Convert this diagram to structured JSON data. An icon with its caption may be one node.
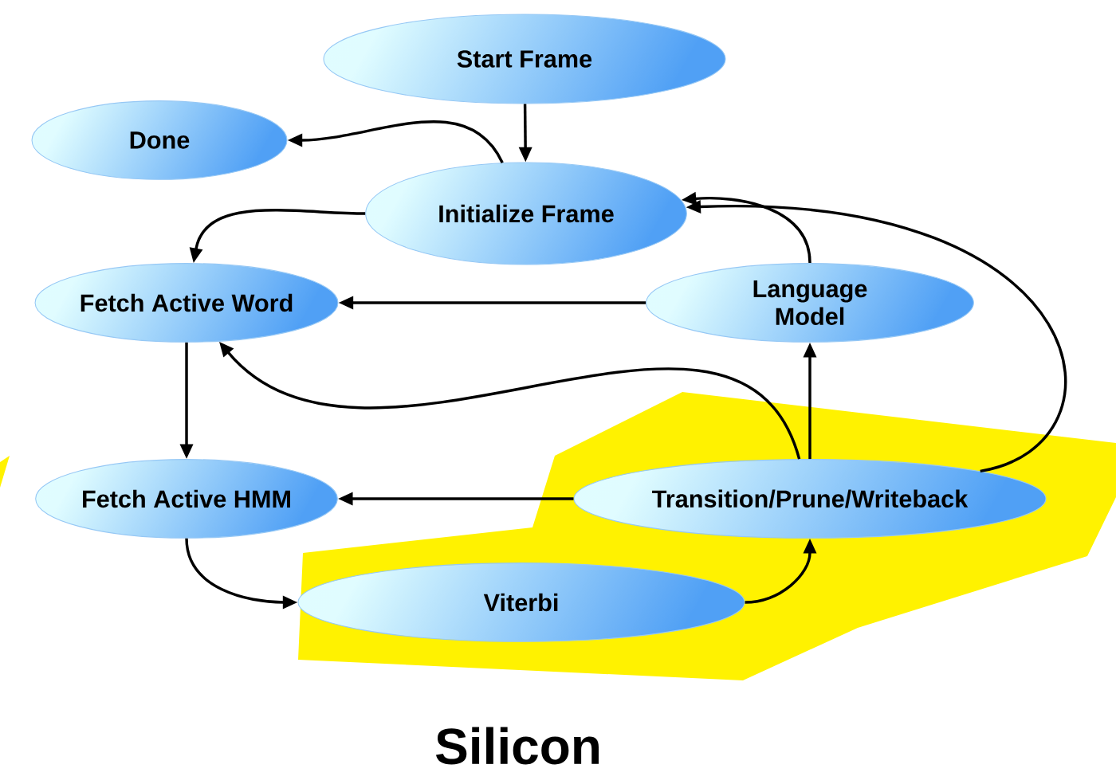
{
  "diagram": {
    "nodes": [
      {
        "text": [
          "Start Frame"
        ]
      },
      {
        "text": [
          "Done"
        ]
      },
      {
        "text": [
          "Initialize Frame"
        ]
      },
      {
        "text": [
          "Fetch Active Word"
        ]
      },
      {
        "text": [
          "Language Model"
        ]
      },
      {
        "text": [
          "Fetch Active HMM"
        ]
      },
      {
        "text": [
          "Transition/Prune/Writeback"
        ],
        "in": 7
      },
      {
        "text": [
          "Silicon"
        ]
      },
      {
        "text": [
          "Viterbi"
        ],
        "in": 7
      }
    ],
    "edges": [
      {
        "from": 0,
        "to": 2,
        "arrow": "to"
      },
      {
        "from": 2,
        "to": 1,
        "arrow": "to"
      },
      {
        "from": 2,
        "to": 3,
        "arrow": "to"
      },
      {
        "from": 4,
        "to": 3,
        "arrow": "to"
      },
      {
        "from": 4,
        "to": 2,
        "arrow": "to"
      },
      {
        "from": 6,
        "to": 2,
        "arrow": "to"
      },
      {
        "from": 3,
        "to": 5,
        "arrow": "to"
      },
      {
        "from": 6,
        "to": 3,
        "arrow": "to"
      },
      {
        "from": 6,
        "to": 5,
        "arrow": "to"
      },
      {
        "from": 6,
        "to": 4,
        "arrow": "to"
      },
      {
        "from": 5,
        "to": 8,
        "arrow": "to"
      },
      {
        "from": 8,
        "to": 6,
        "arrow": "to"
      }
    ]
  }
}
